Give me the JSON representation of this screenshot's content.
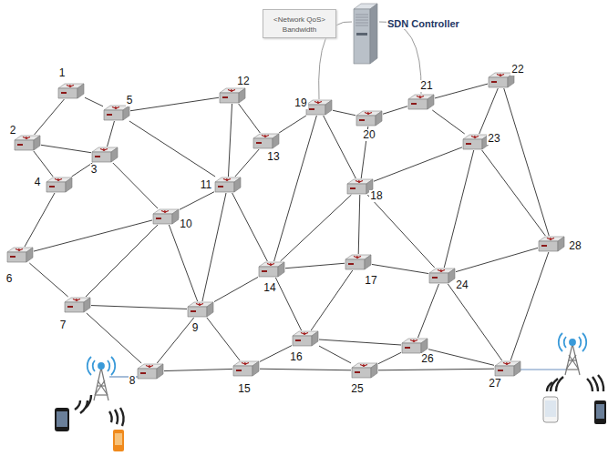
{
  "diagram": {
    "nodes": [
      {
        "text": [
          "<Network QoS>",
          "Bandwidth"
        ]
      },
      {
        "text": [
          "SDN Controller"
        ]
      },
      {
        "text": [
          "1"
        ]
      },
      {
        "text": [
          "2"
        ]
      },
      {
        "text": [
          "3"
        ]
      },
      {
        "text": [
          "4"
        ]
      },
      {
        "text": [
          "5"
        ]
      },
      {
        "text": [
          "6"
        ]
      },
      {
        "text": [
          "7"
        ]
      },
      {
        "text": [
          "8"
        ]
      },
      {
        "text": [
          "9"
        ]
      },
      {
        "text": [
          "10"
        ]
      },
      {
        "text": [
          "11"
        ]
      },
      {
        "text": [
          "12"
        ]
      },
      {
        "text": [
          "13"
        ]
      },
      {
        "text": [
          "14"
        ]
      },
      {
        "text": [
          "15"
        ]
      },
      {
        "text": [
          "16"
        ]
      },
      {
        "text": [
          "17"
        ]
      },
      {
        "text": [
          "18"
        ]
      },
      {
        "text": [
          "19"
        ]
      },
      {
        "text": [
          "20"
        ]
      },
      {
        "text": [
          "21"
        ]
      },
      {
        "text": [
          "22"
        ]
      },
      {
        "text": [
          "23"
        ]
      },
      {
        "text": [
          "24"
        ]
      },
      {
        "text": [
          "25"
        ]
      },
      {
        "text": [
          "26"
        ]
      },
      {
        "text": [
          "27"
        ]
      },
      {
        "text": [
          "28"
        ]
      }
    ],
    "edges": [
      {
        "from": 2,
        "to": 3,
        "arrow": "none"
      },
      {
        "from": 2,
        "to": 6,
        "arrow": "none"
      },
      {
        "from": 3,
        "to": 4,
        "arrow": "none"
      },
      {
        "from": 3,
        "to": 5,
        "arrow": "none"
      },
      {
        "from": 4,
        "to": 5,
        "arrow": "none"
      },
      {
        "from": 4,
        "to": 6,
        "arrow": "none"
      },
      {
        "from": 4,
        "to": 11,
        "arrow": "none"
      },
      {
        "from": 5,
        "to": 7,
        "arrow": "none"
      },
      {
        "from": 6,
        "to": 12,
        "arrow": "none"
      },
      {
        "from": 6,
        "to": 13,
        "arrow": "none"
      },
      {
        "from": 7,
        "to": 8,
        "arrow": "none"
      },
      {
        "from": 7,
        "to": 11,
        "arrow": "none"
      },
      {
        "from": 8,
        "to": 9,
        "arrow": "none"
      },
      {
        "from": 8,
        "to": 10,
        "arrow": "none"
      },
      {
        "from": 8,
        "to": 11,
        "arrow": "none"
      },
      {
        "from": 9,
        "to": 10,
        "arrow": "none"
      },
      {
        "from": 9,
        "to": 16,
        "arrow": "none"
      },
      {
        "from": 10,
        "to": 11,
        "arrow": "none"
      },
      {
        "from": 10,
        "to": 12,
        "arrow": "none"
      },
      {
        "from": 10,
        "to": 15,
        "arrow": "none"
      },
      {
        "from": 10,
        "to": 16,
        "arrow": "none"
      },
      {
        "from": 11,
        "to": 12,
        "arrow": "none"
      },
      {
        "from": 12,
        "to": 13,
        "arrow": "none"
      },
      {
        "from": 12,
        "to": 14,
        "arrow": "none"
      },
      {
        "from": 12,
        "to": 15,
        "arrow": "none"
      },
      {
        "from": 13,
        "to": 14,
        "arrow": "none"
      },
      {
        "from": 14,
        "to": 20,
        "arrow": "none"
      },
      {
        "from": 15,
        "to": 17,
        "arrow": "none"
      },
      {
        "from": 15,
        "to": 18,
        "arrow": "none"
      },
      {
        "from": 15,
        "to": 19,
        "arrow": "none"
      },
      {
        "from": 15,
        "to": 20,
        "arrow": "none"
      },
      {
        "from": 16,
        "to": 17,
        "arrow": "none"
      },
      {
        "from": 16,
        "to": 26,
        "arrow": "none"
      },
      {
        "from": 17,
        "to": 18,
        "arrow": "none"
      },
      {
        "from": 17,
        "to": 27,
        "arrow": "none"
      },
      {
        "from": 17,
        "to": 26,
        "arrow": "none"
      },
      {
        "from": 18,
        "to": 19,
        "arrow": "none"
      },
      {
        "from": 18,
        "to": 25,
        "arrow": "none"
      },
      {
        "from": 19,
        "to": 20,
        "arrow": "none"
      },
      {
        "from": 19,
        "to": 21,
        "arrow": "none"
      },
      {
        "from": 19,
        "to": 24,
        "arrow": "none"
      },
      {
        "from": 19,
        "to": 25,
        "arrow": "none"
      },
      {
        "from": 20,
        "to": 21,
        "arrow": "none"
      },
      {
        "from": 21,
        "to": 22,
        "arrow": "none"
      },
      {
        "from": 22,
        "to": 23,
        "arrow": "none"
      },
      {
        "from": 22,
        "to": 24,
        "arrow": "none"
      },
      {
        "from": 23,
        "to": 24,
        "arrow": "none"
      },
      {
        "from": 23,
        "to": 29,
        "arrow": "none"
      },
      {
        "from": 24,
        "to": 25,
        "arrow": "none"
      },
      {
        "from": 24,
        "to": 29,
        "arrow": "none"
      },
      {
        "from": 25,
        "to": 27,
        "arrow": "none"
      },
      {
        "from": 25,
        "to": 28,
        "arrow": "none"
      },
      {
        "from": 25,
        "to": 29,
        "arrow": "none"
      },
      {
        "from": 26,
        "to": 27,
        "arrow": "none"
      },
      {
        "from": 26,
        "to": 28,
        "arrow": "none"
      },
      {
        "from": 27,
        "to": 28,
        "arrow": "none"
      },
      {
        "from": 28,
        "to": 29,
        "arrow": "none"
      },
      {
        "from": 1,
        "to": 20,
        "arrow": "none"
      },
      {
        "from": 1,
        "to": 22,
        "arrow": "none"
      }
    ]
  }
}
